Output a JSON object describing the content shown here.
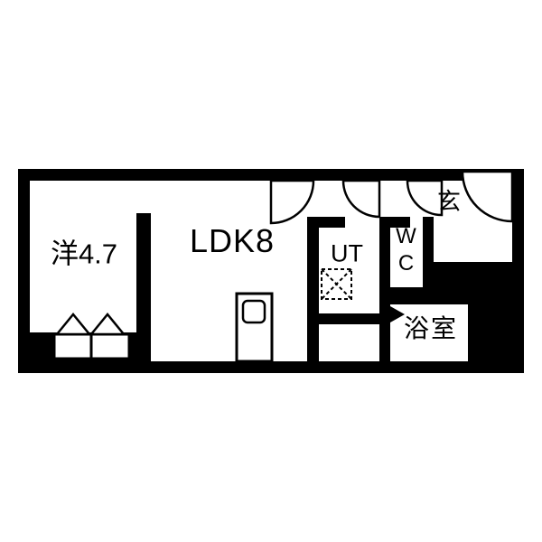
{
  "plan": {
    "type": "floorplan",
    "rooms": {
      "western": {
        "label": "洋4.7"
      },
      "ldk": {
        "label": "LDK8"
      },
      "ut": {
        "label": "UT"
      },
      "wc": {
        "label": "WC"
      },
      "entrance": {
        "label": "玄"
      },
      "bath": {
        "label": "浴室"
      }
    },
    "colors": {
      "wall": "#000000",
      "floor": "#ffffff"
    }
  }
}
